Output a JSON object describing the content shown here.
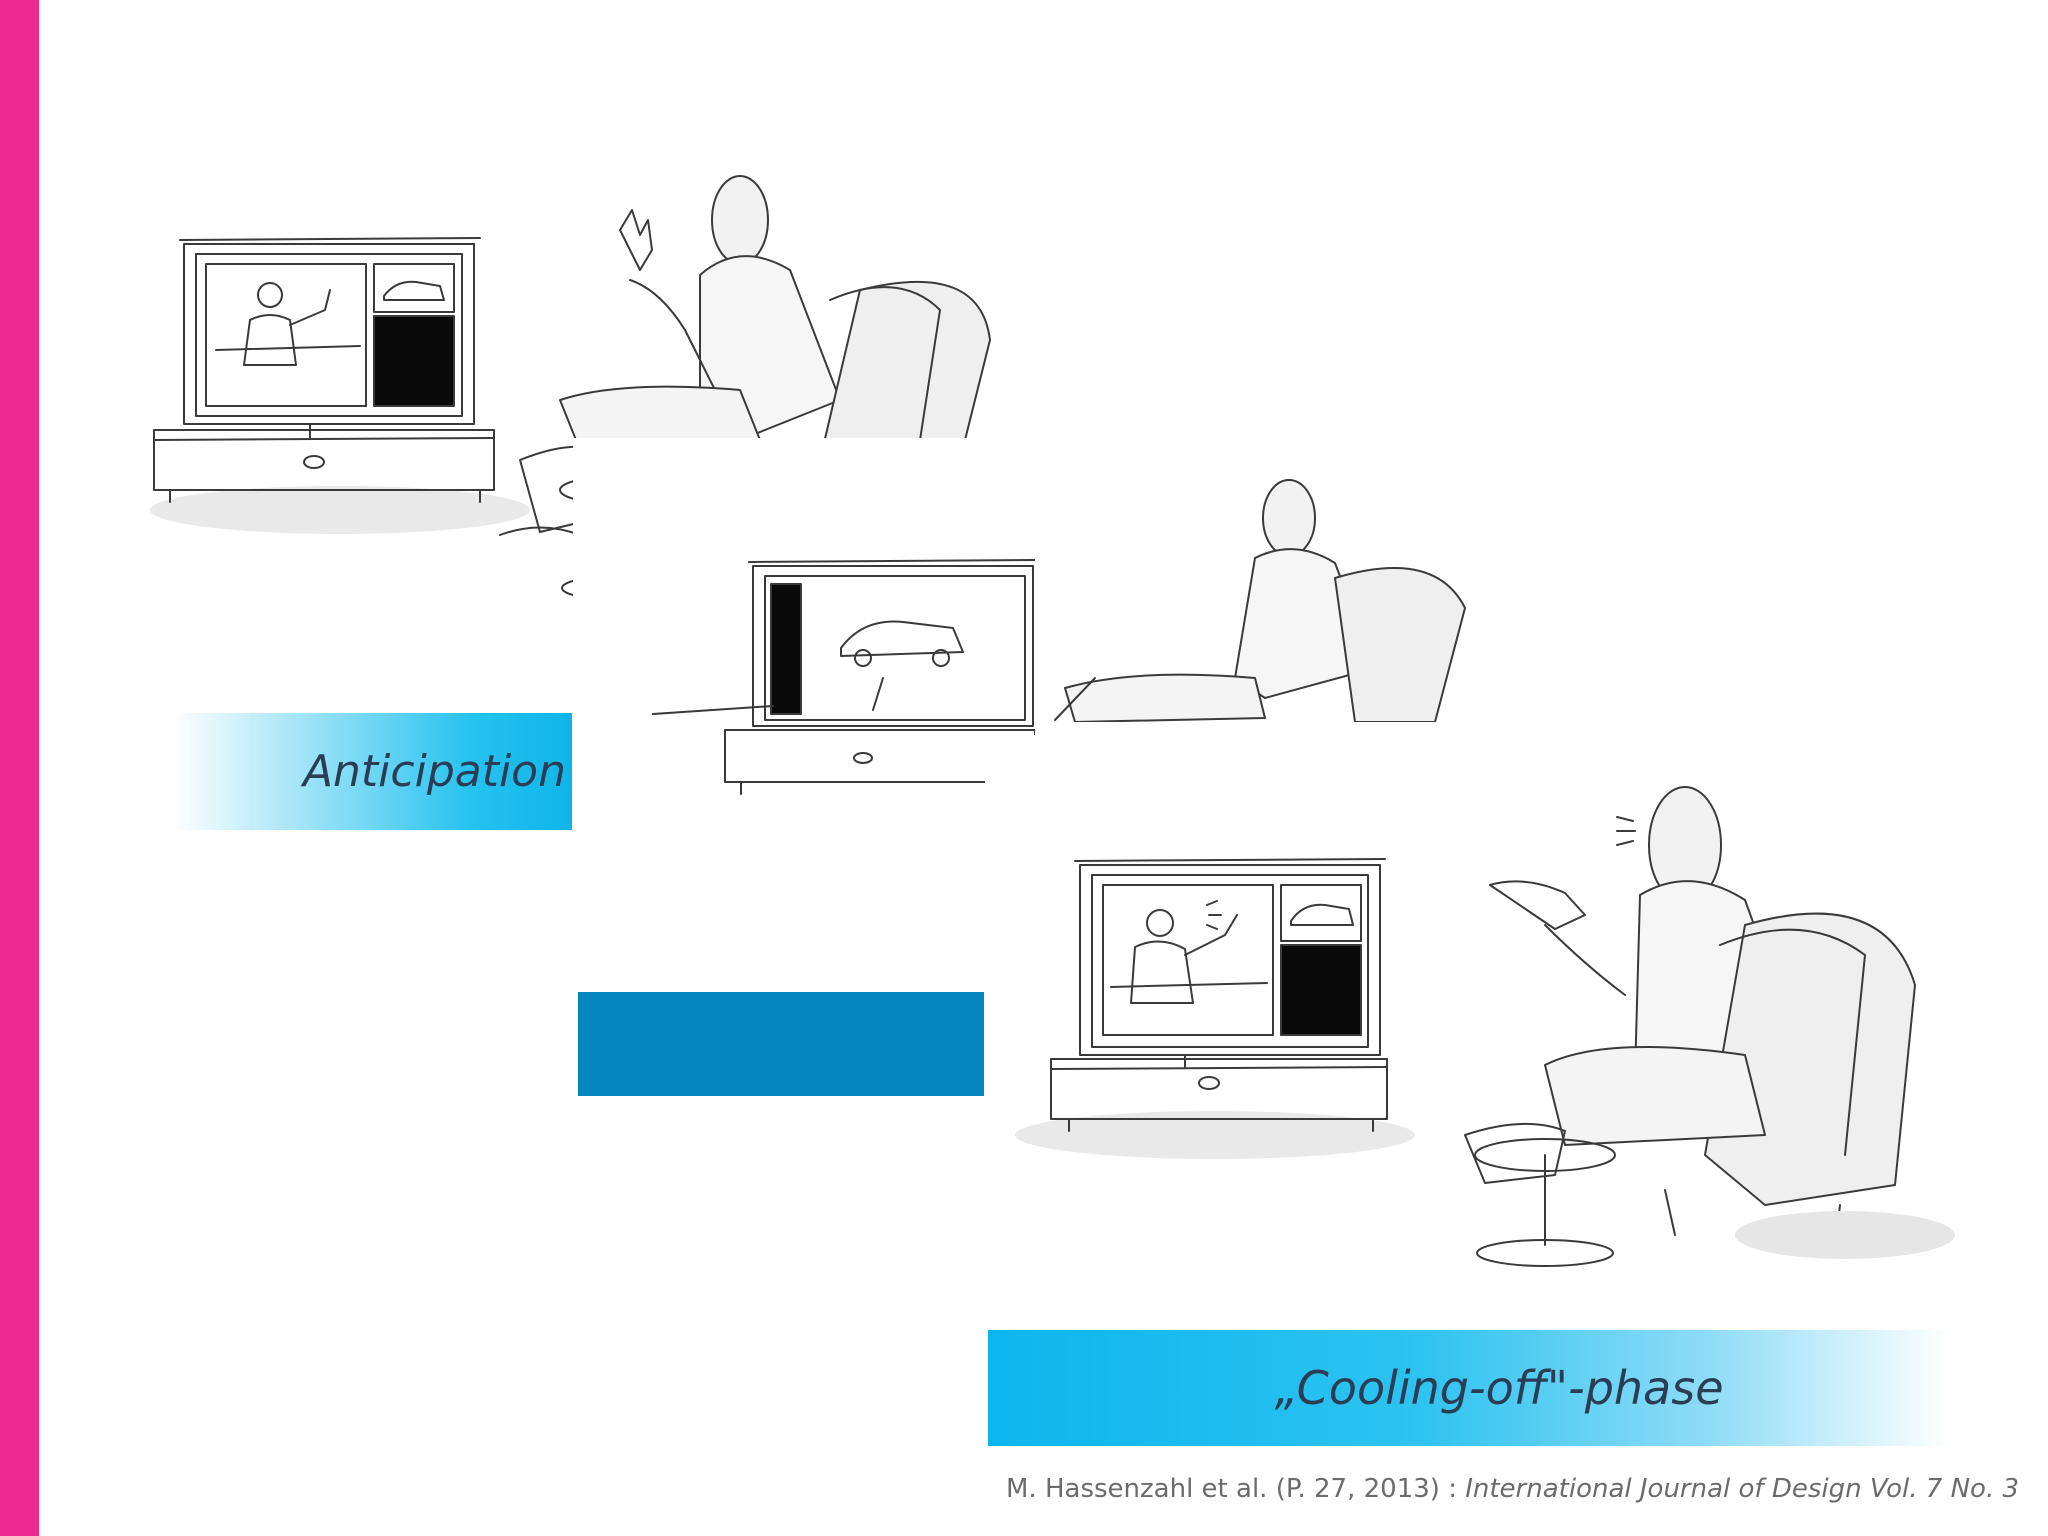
{
  "colors": {
    "accent_bar": "#ee2a90",
    "band_light_blue": "#1fbdee",
    "band_dark_blue": "#0487bf",
    "label_text": "#2a3d55",
    "citation_text": "#6b6b6b"
  },
  "panels": [
    {
      "label": "Anticipation",
      "icon": "tv-viewer-sketch-icon"
    },
    {
      "label": "",
      "icon": "tv-viewer-sketch-icon"
    },
    {
      "label": "„Cooling-off\"-phase",
      "icon": "tv-viewer-sketch-icon"
    }
  ],
  "citation": {
    "author": "M. Hassenzahl et al. (P. 27, 2013) : ",
    "journal": "International Journal of Design Vol. 7 No. 3"
  }
}
